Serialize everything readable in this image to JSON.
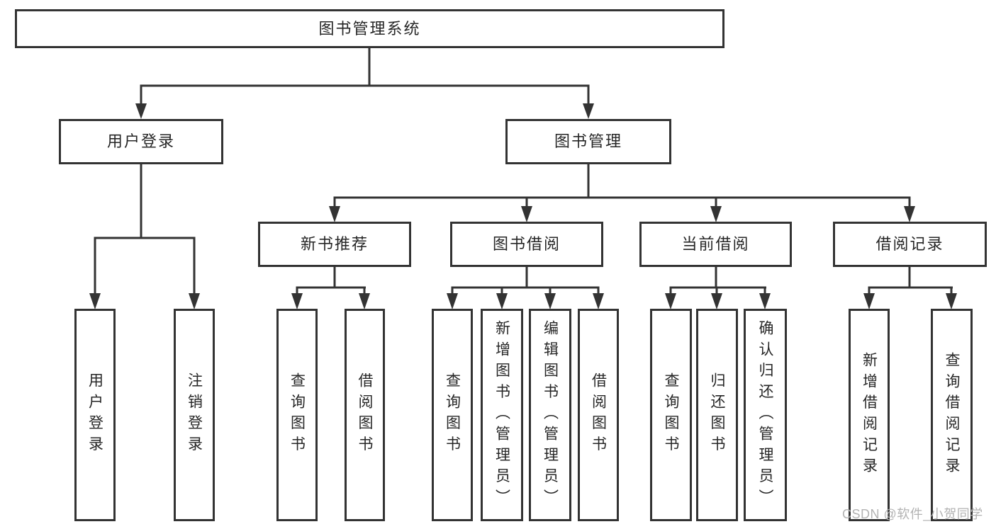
{
  "tree": {
    "root": {
      "label": "图书管理系统"
    },
    "branches": [
      {
        "label": "用户登录",
        "children": [
          {
            "label": "用户登录"
          },
          {
            "label": "注销登录"
          }
        ]
      },
      {
        "label": "图书管理",
        "children": [
          {
            "label": "新书推荐",
            "children": [
              {
                "label": "查询图书"
              },
              {
                "label": "借阅图书"
              }
            ]
          },
          {
            "label": "图书借阅",
            "children": [
              {
                "label": "查询图书"
              },
              {
                "label": "新增图书（管理员）"
              },
              {
                "label": "编辑图书（管理员）"
              },
              {
                "label": "借阅图书"
              }
            ]
          },
          {
            "label": "当前借阅",
            "children": [
              {
                "label": "查询图书"
              },
              {
                "label": "归还图书"
              },
              {
                "label": "确认归还（管理员）"
              }
            ]
          },
          {
            "label": "借阅记录",
            "children": [
              {
                "label": "新增借阅记录"
              },
              {
                "label": "查询借阅记录"
              }
            ]
          }
        ]
      }
    ]
  },
  "watermark": "CSDN @软件_小贺同学",
  "colors": {
    "line": "#333333",
    "border": "#333333",
    "text": "#262626",
    "watermark": "#b3b3b3",
    "background": "#ffffff"
  }
}
